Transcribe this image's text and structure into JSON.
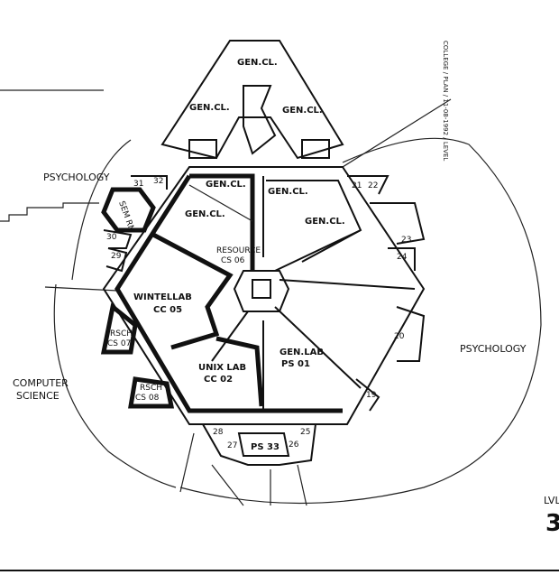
{
  "plan": {
    "top_wing": [
      "GEN.CL.",
      "GEN.CL.",
      "GEN.CL."
    ],
    "rooms": {
      "gen_cl_a": "GEN.CL.",
      "gen_cl_b": "GEN.CL.",
      "gen_cl_c": "GEN.CL.",
      "gen_cl_d": "GEN.CL.",
      "resource": "RESOURCE",
      "resource_code": "CS 06",
      "wintel": "WINTELLAB",
      "wintel_code": "CC 05",
      "unix": "UNIX LAB",
      "unix_code": "CC 02",
      "genlab": "GEN.LAB",
      "genlab_code": "PS 01",
      "rsch1": "RSCH",
      "rsch1_code": "CS 07",
      "rsch2": "RSCH",
      "rsch2_code": "CS 08",
      "sem": "SEM RM",
      "ps33": "PS 33"
    },
    "numbers": [
      "19",
      "20",
      "21",
      "22",
      "23",
      "24",
      "25",
      "26",
      "27",
      "28",
      "29",
      "30",
      "31",
      "32"
    ],
    "zones": {
      "psych_left": "PSYCHOLOGY",
      "psych_right": "PSYCHOLOGY",
      "cs_line1": "COMPUTER",
      "cs_line2": "SCIENCE"
    },
    "level_label": "LVL",
    "level_number": "3",
    "side_note": "COLLEGE / PLAN / 11-08-1992 / LEVEL"
  }
}
